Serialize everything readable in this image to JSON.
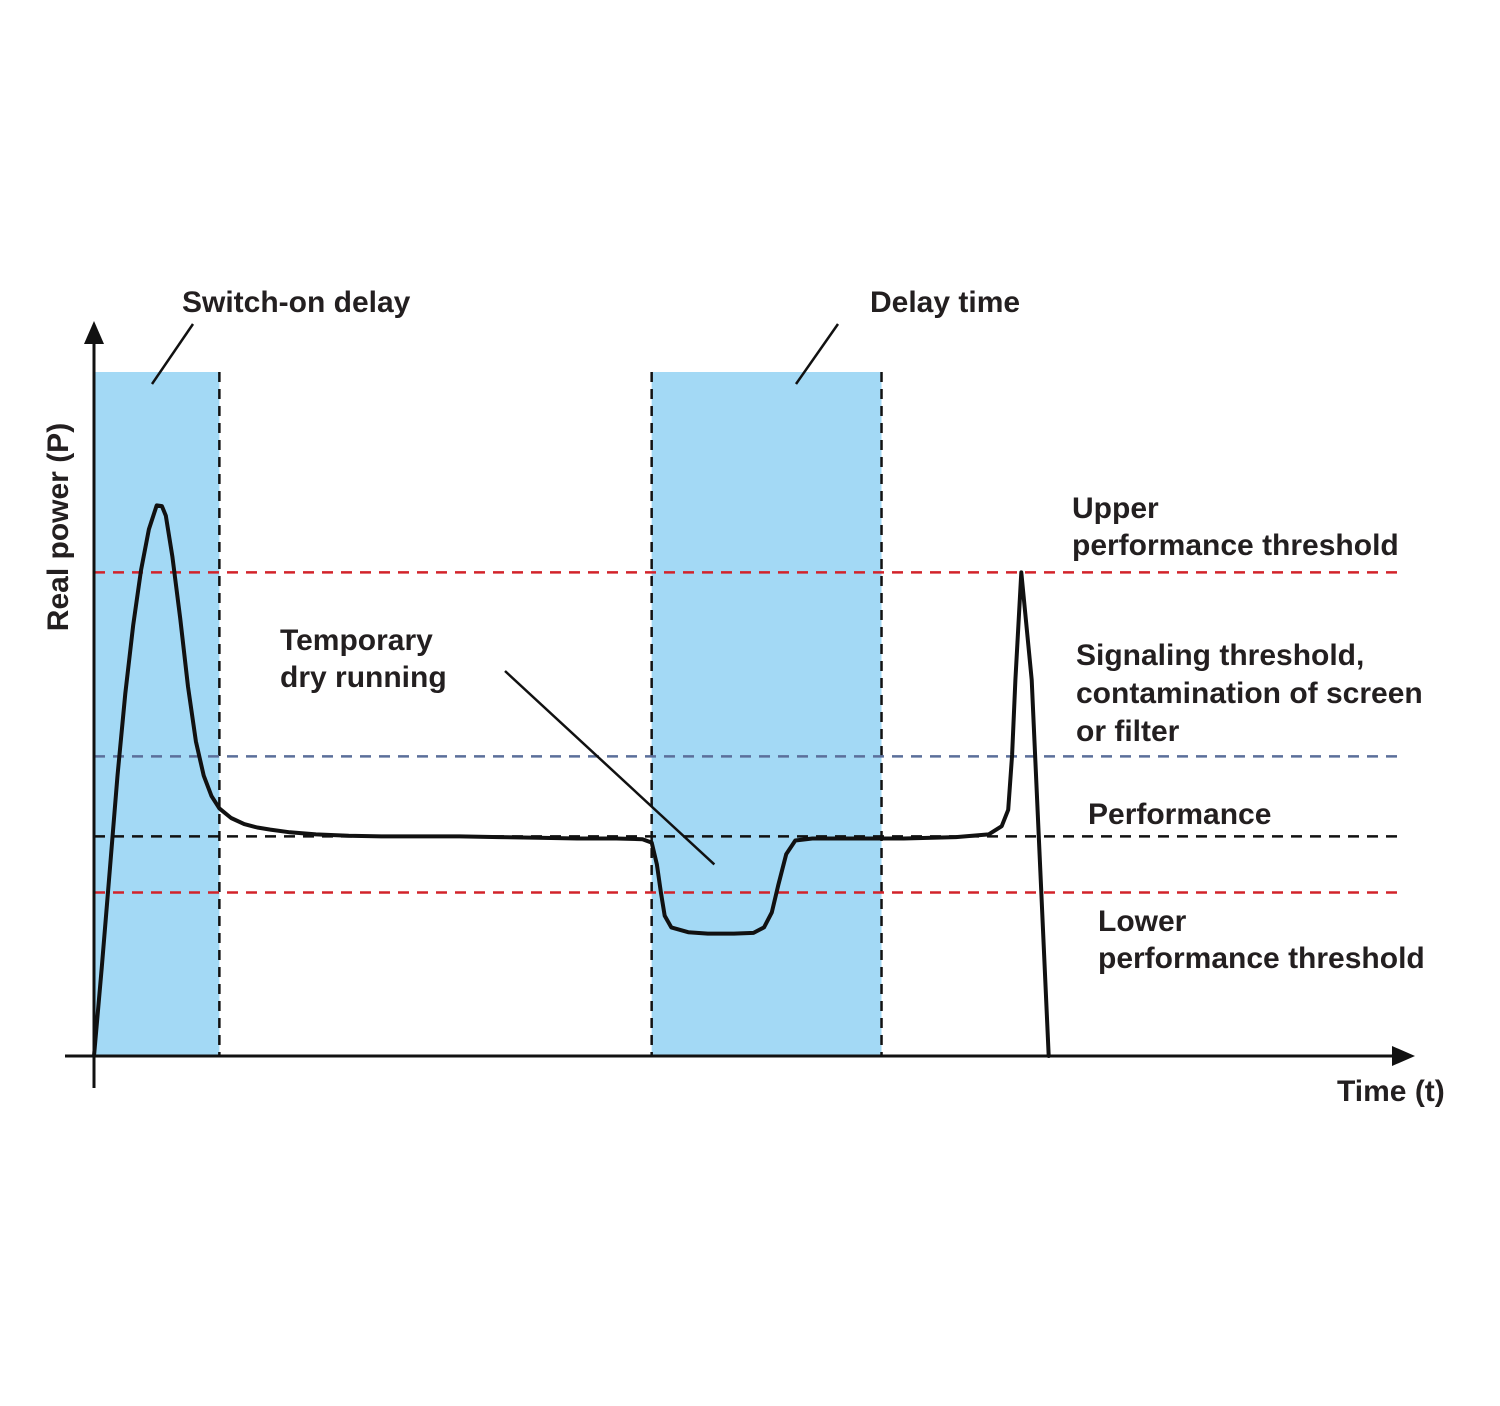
{
  "chart_data": {
    "type": "line",
    "title": "",
    "xlabel": "Time (t)",
    "ylabel": "Real power (P)",
    "xlim": [
      0,
      100
    ],
    "ylim": [
      0,
      100
    ],
    "grid": false,
    "colors": {
      "curve": "#111111",
      "band": "#a3d9f5",
      "upper_threshold": "#d2232a",
      "lower_threshold": "#d2232a",
      "signaling_threshold": "#5b6f9a",
      "performance": "#111111"
    },
    "bands": [
      {
        "label": "Switch-on delay",
        "x0": 0,
        "x1": 9.6
      },
      {
        "label": "Delay time",
        "x0": 42.7,
        "x1": 60.3
      }
    ],
    "reference_lines": [
      {
        "key": "upper",
        "y": 70.7,
        "label_lines": [
          "Upper",
          "performance threshold"
        ]
      },
      {
        "key": "signaling",
        "y": 43.8,
        "label_lines": [
          "Signaling threshold,",
          "contamination of screen",
          "or filter"
        ]
      },
      {
        "key": "performance",
        "y": 32.1,
        "label_lines": [
          "Performance"
        ]
      },
      {
        "key": "lower",
        "y": 23.9,
        "label_lines": [
          "Lower",
          "performance threshold"
        ]
      }
    ],
    "annotation": {
      "label_lines": [
        "Temporary",
        "dry running"
      ],
      "x": 47.5,
      "y": 28
    },
    "series": [
      {
        "x": [
          0,
          0.6,
          1.2,
          1.8,
          2.4,
          3.0,
          3.6,
          4.2,
          4.8,
          5.2,
          5.5,
          6.0,
          6.6,
          7.2,
          7.8,
          8.4,
          9.0,
          9.6,
          10.5,
          11.5,
          12.5,
          13.5,
          15,
          17,
          19.5,
          22,
          25,
          28,
          31,
          34,
          37,
          40,
          42.0,
          42.7,
          43.1,
          43.4,
          43.7,
          44.2,
          45.5,
          47,
          49,
          50.5,
          51.3,
          51.9,
          52.4,
          53.0,
          53.7,
          55,
          58,
          62,
          66,
          68.5,
          69.5,
          70.0,
          70.3,
          70.55,
          71.0,
          71.8,
          73.1
        ],
        "y": [
          0,
          13,
          27,
          41,
          53,
          63,
          71,
          77,
          80.5,
          80.4,
          79,
          73,
          64,
          54,
          46,
          41,
          38,
          36.2,
          34.8,
          33.9,
          33.4,
          33.1,
          32.7,
          32.4,
          32.2,
          32.1,
          32.1,
          32.1,
          32.0,
          31.9,
          31.8,
          31.8,
          31.7,
          31.2,
          28,
          24,
          20.5,
          18.8,
          18.1,
          17.9,
          17.9,
          18.0,
          18.8,
          21,
          25,
          29.5,
          31.5,
          31.8,
          31.8,
          31.8,
          32.0,
          32.4,
          33.6,
          36,
          44,
          55,
          70.7,
          55,
          0
        ]
      }
    ]
  }
}
